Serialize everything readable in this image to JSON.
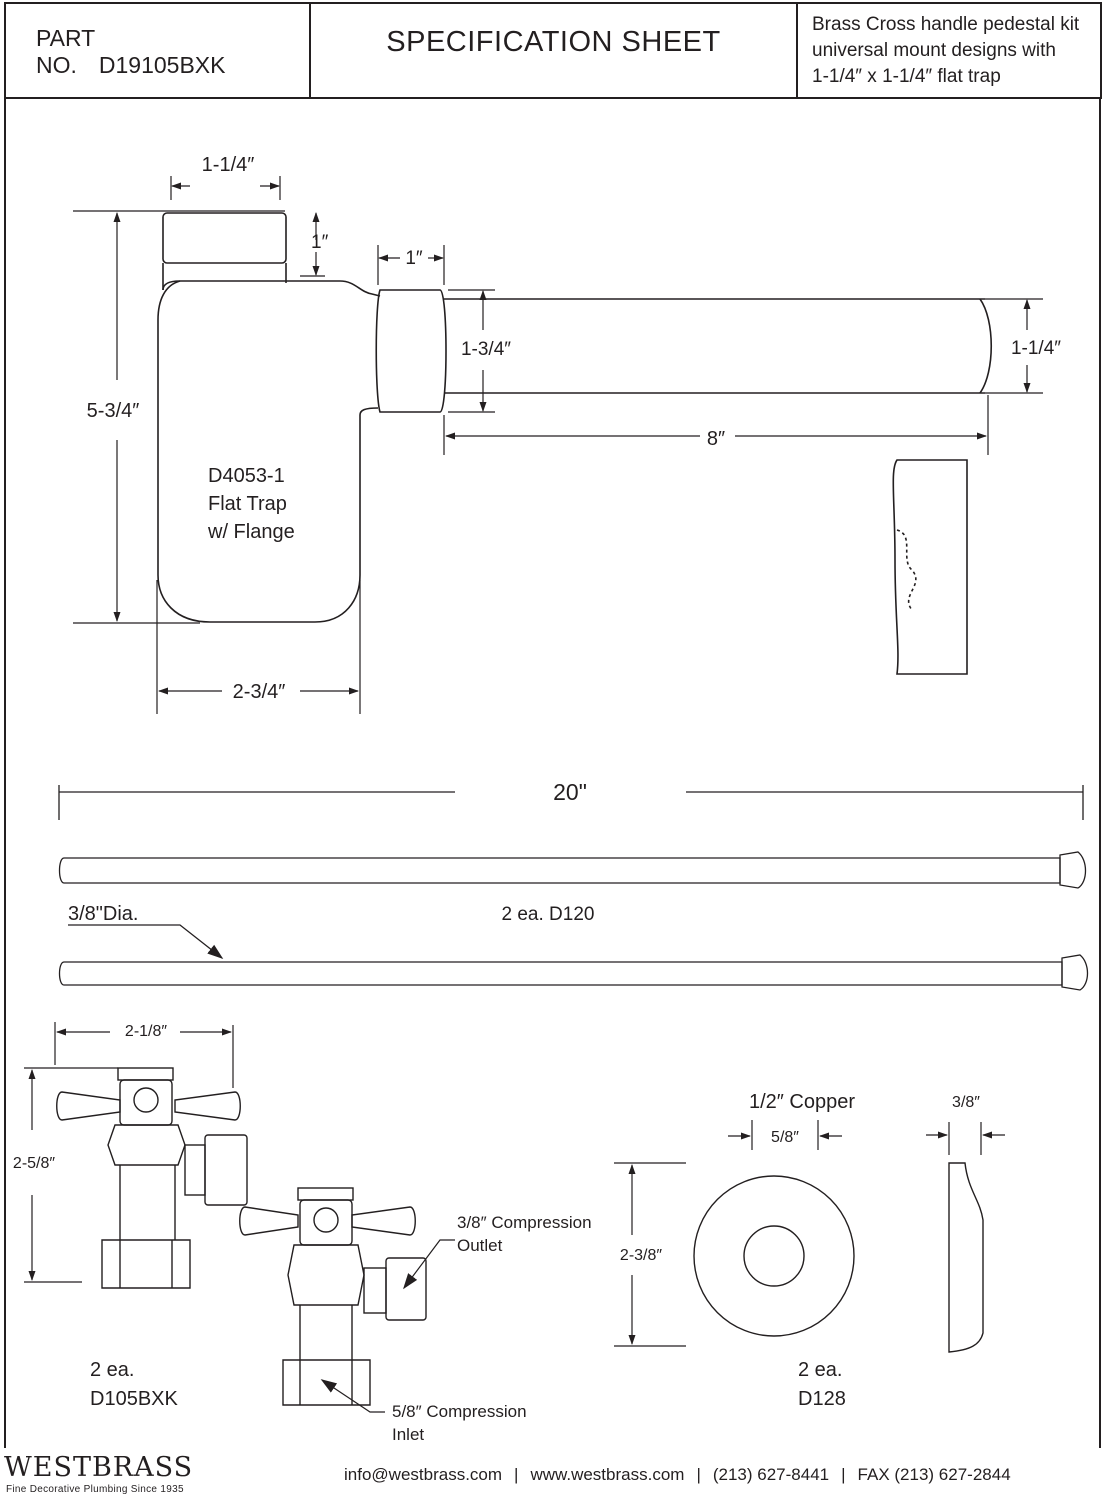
{
  "header": {
    "part_label": "PART NO.",
    "part_number": "D19105BXK",
    "title": "SPECIFICATION SHEET",
    "description": [
      "Brass Cross handle pedestal kit",
      "universal mount designs with",
      "1-1/4″ x 1-1/4″  flat trap"
    ]
  },
  "trap": {
    "dim_top_width": "1-1/4″",
    "dim_cap_height": "1″",
    "dim_overall_height": "5-3/4″",
    "dim_body_width": "2-3/4″",
    "dim_nut_width": "1″",
    "dim_nut_height": "1-3/4″",
    "dim_arm_length": "8″",
    "dim_arm_dia": "1-1/4″",
    "part_label": [
      "D4053-1",
      "Flat Trap",
      "w/ Flange"
    ]
  },
  "supply_lines": {
    "dim_length": "20\"",
    "dim_dia": "3/8\"Dia.",
    "label": "2 ea. D120"
  },
  "stops": {
    "dim_width": "2-1/8″",
    "dim_height": "2-5/8″",
    "outlet_label": [
      "3/8″ Compression",
      "Outlet"
    ],
    "inlet_label": [
      "5/8″ Compression",
      "Inlet"
    ],
    "part_label": [
      "2 ea.",
      "D105BXK"
    ]
  },
  "flange": {
    "title": "1/2″ Copper",
    "dim_bore": "5/8″",
    "dim_height": "2-3/8″",
    "dim_thickness": "3/8″",
    "part_label": [
      "2 ea.",
      "D128"
    ]
  },
  "footer": {
    "brand": "WESTBRASS",
    "tagline": "Fine Decorative Plumbing Since 1935",
    "email": "info@westbrass.com",
    "website": "www.westbrass.com",
    "phone": "(213) 627-8441",
    "fax": "FAX (213) 627-2844"
  }
}
